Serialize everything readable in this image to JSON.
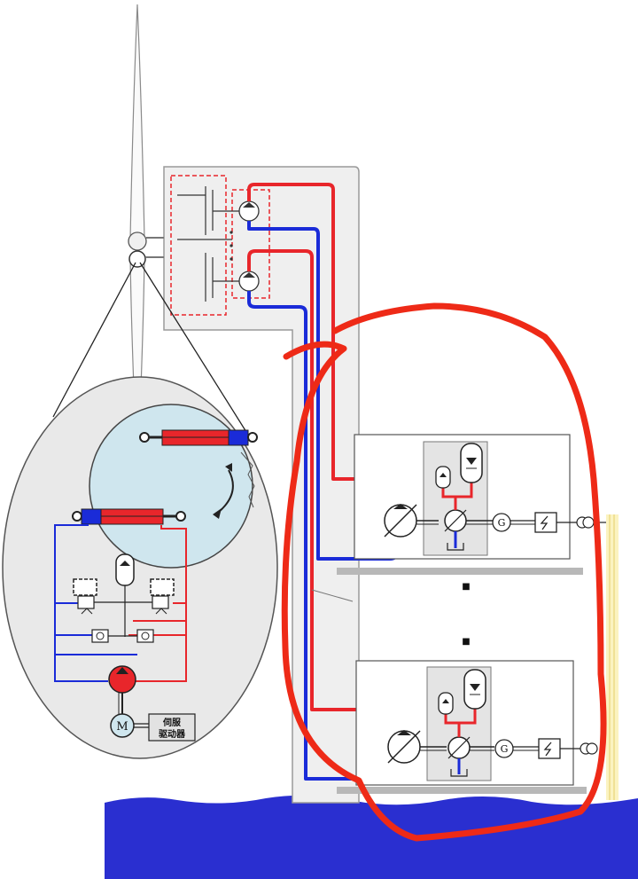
{
  "diagram": {
    "motor_symbol": "M",
    "servo_driver_label_line1": "伺服",
    "servo_driver_label_line2": "驱动器",
    "generator_symbol": "G",
    "ellipsis_marks": [
      "■",
      "■"
    ],
    "colors": {
      "high_pressure_line": "#e8262b",
      "low_pressure_line": "#1a2bd8",
      "annotation_circle": "#ee2a17",
      "sea": "#2a2fd0",
      "hub_fill": "#cfe6ee",
      "ellipse_fill": "#e9e9e9",
      "tower_fill": "#efefef"
    },
    "icons": [
      "wind-turbine-blade-icon",
      "hydraulic-pump-icon",
      "hydraulic-motor-icon",
      "accumulator-icon",
      "generator-icon",
      "converter-icon",
      "transformer-icon",
      "hydraulic-cylinder-icon",
      "motor-icon",
      "rotation-arrow-icon"
    ]
  }
}
